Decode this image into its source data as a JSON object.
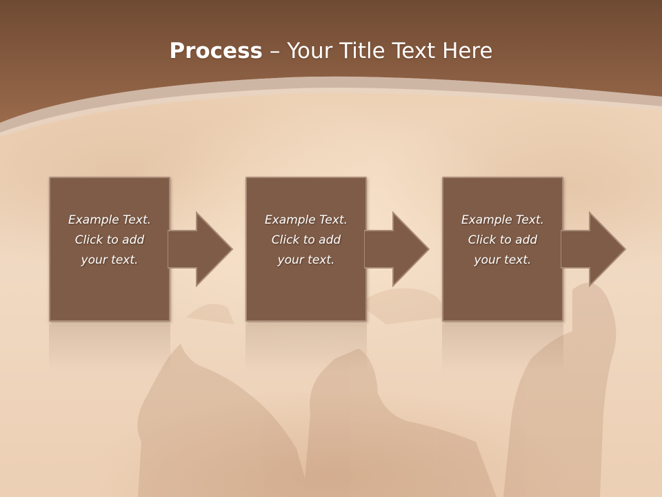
{
  "slide": {
    "title_bold": "Process",
    "title_rest": " – Your Title Text Here"
  },
  "steps": [
    {
      "line1": "Example Text.",
      "line2": "Click  to add",
      "line3": "your text."
    },
    {
      "line1": "Example Text.",
      "line2": "Click  to add",
      "line3": "your text."
    },
    {
      "line1": "Example Text.",
      "line2": "Click  to add",
      "line3": "your text."
    }
  ],
  "colors": {
    "header": "#8b5e42",
    "box_fill": "#7e5c48",
    "box_border": "#a98b78",
    "title_text": "#ffffff"
  },
  "icons": [
    "right-arrow-icon"
  ]
}
